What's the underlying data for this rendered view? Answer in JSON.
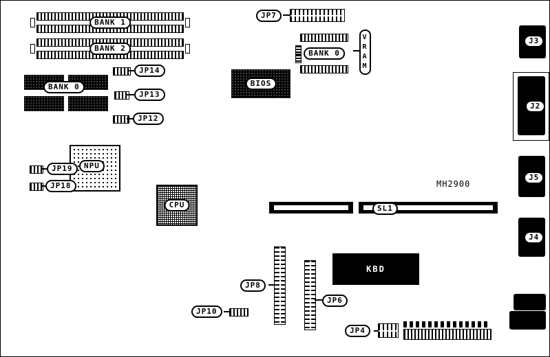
{
  "board": {
    "title": "MH2900"
  },
  "memory": {
    "bank1": "BANK 1",
    "bank2": "BANK 2",
    "bank0": "BANK 0",
    "bank0_vram": "BANK 0"
  },
  "chips": {
    "npu": "NPU",
    "cpu": "CPU",
    "bios": "BIOS",
    "kbd": "KBD",
    "vram": "VRAM"
  },
  "jumpers": {
    "jp4": "JP4",
    "jp6": "JP6",
    "jp7": "JP7",
    "jp8": "JP8",
    "jp10": "JP10",
    "jp12": "JP12",
    "jp13": "JP13",
    "jp14": "JP14",
    "jp18": "JP18",
    "jp19": "JP19"
  },
  "slots": {
    "sl1": "SL1"
  },
  "connectors": {
    "j2": "J2",
    "j3": "J3",
    "j4": "J4",
    "j5": "J5"
  }
}
